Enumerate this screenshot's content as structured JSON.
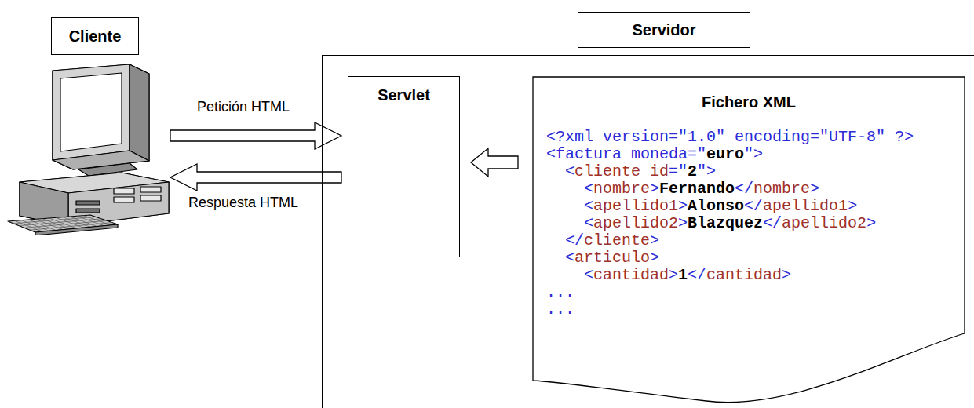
{
  "diagram": {
    "nodes": [
      {
        "text": [
          "Cliente"
        ]
      },
      {
        "text": [
          "Servidor"
        ]
      },
      {
        "text": [
          "Servlet"
        ],
        "in": 1
      },
      {
        "text": [
          "Fichero XML",
          "<?xml version=\"1.0\" encoding=\"UTF-8\" ?>",
          "<factura moneda=\"euro\">",
          "  <cliente id=\"2\">",
          "    <nombre>Fernando</nombre>",
          "    <apellido1>Alonso</apellido1>",
          "    <apellido2>Blazquez</apellido2>",
          "  </cliente>",
          "  <articulo>",
          "    <cantidad>1</cantidad>",
          "...",
          "..."
        ],
        "in": 1
      }
    ],
    "edges": [
      {
        "from": 0,
        "to": 2,
        "label": "Petición HTML",
        "arrow": "to"
      },
      {
        "from": 2,
        "to": 0,
        "label": "Respuesta HTML",
        "arrow": "to"
      },
      {
        "from": 3,
        "to": 2,
        "arrow": "to"
      }
    ]
  }
}
